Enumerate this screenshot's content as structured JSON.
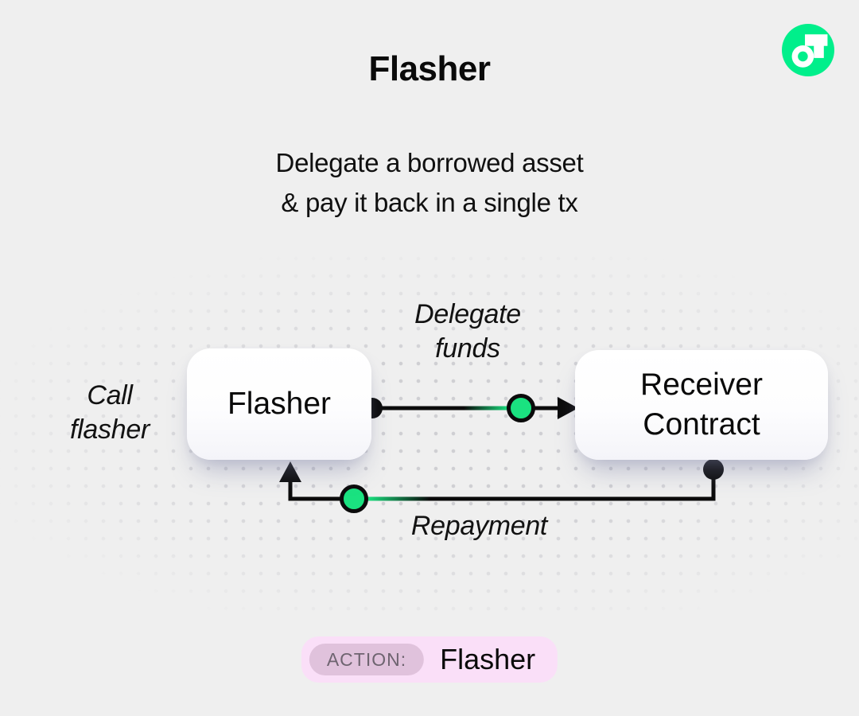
{
  "page": {
    "title": "Flasher",
    "subtitle_line1": "Delegate a borrowed asset",
    "subtitle_line2": "& pay it back in a single tx"
  },
  "logo": {
    "name": "flow-logo",
    "brand_green": "#00EF8B",
    "glyph_color": "#FFFFFF"
  },
  "diagram": {
    "flasher_box_label": "Flasher",
    "receiver_box_label_line1": "Receiver",
    "receiver_box_label_line2": "Contract",
    "top_edge_label_line1": "Delegate",
    "top_edge_label_line2": "funds",
    "bottom_edge_label": "Repayment",
    "call_label_line1": "Call",
    "call_label_line2": "flasher",
    "colors": {
      "accent_green": "#1AE280",
      "wire_black": "#0b0b0b",
      "box_white": "#FFFFFF",
      "dot_grid_gray": "#CFCFD3"
    }
  },
  "action_badge": {
    "label": "ACTION:",
    "value": "Flasher",
    "colors": {
      "outer_pill_pink": "#FADFF8",
      "inner_pill_mauve": "#E0C2DC",
      "label_text": "#6E6470"
    }
  },
  "background_color": "#EFEFEF"
}
